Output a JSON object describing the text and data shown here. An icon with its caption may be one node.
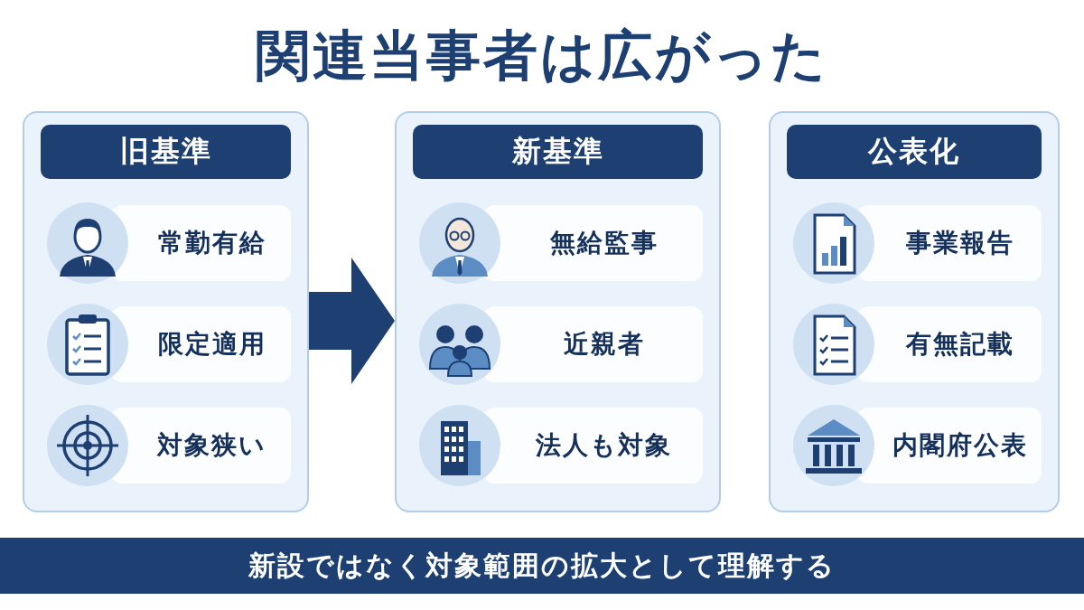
{
  "diagram": {
    "title": "関連当事者は広がった",
    "nodes": [
      {
        "text": [
          "旧基準"
        ]
      },
      {
        "text": [
          "常勤有給"
        ],
        "in": 0
      },
      {
        "text": [
          "限定適用"
        ],
        "in": 0
      },
      {
        "text": [
          "対象狭い"
        ],
        "in": 0
      },
      {
        "text": [
          "新基準"
        ]
      },
      {
        "text": [
          "無給監事"
        ],
        "in": 4
      },
      {
        "text": [
          "近親者"
        ],
        "in": 4
      },
      {
        "text": [
          "法人も対象"
        ],
        "in": 4
      },
      {
        "text": [
          "公表化"
        ]
      },
      {
        "text": [
          "事業報告"
        ],
        "in": 8
      },
      {
        "text": [
          "有無記載"
        ],
        "in": 8
      },
      {
        "text": [
          "内閣府公表"
        ],
        "in": 8
      },
      {
        "text": [
          "新設ではなく対象範囲の拡大として理解する"
        ]
      }
    ],
    "edges": [
      {
        "from": 0,
        "to": 4,
        "arrow": "to"
      }
    ]
  }
}
